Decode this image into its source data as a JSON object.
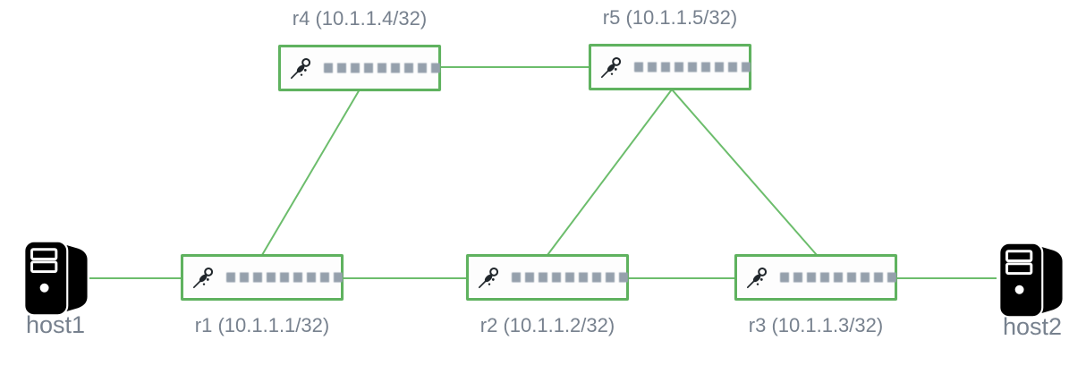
{
  "diagram": {
    "type": "network-topology",
    "routers": [
      {
        "id": "r4",
        "label": "r4 (10.1.1.4/32)"
      },
      {
        "id": "r5",
        "label": "r5 (10.1.1.5/32)"
      },
      {
        "id": "r1",
        "label": "r1 (10.1.1.1/32)"
      },
      {
        "id": "r2",
        "label": "r2 (10.1.1.2/32)"
      },
      {
        "id": "r3",
        "label": "r3 (10.1.1.3/32)"
      }
    ],
    "hosts": [
      {
        "id": "host1",
        "label": "host1"
      },
      {
        "id": "host2",
        "label": "host2"
      }
    ],
    "links": [
      {
        "from": "host1",
        "to": "r1"
      },
      {
        "from": "r1",
        "to": "r2"
      },
      {
        "from": "r2",
        "to": "r3"
      },
      {
        "from": "r3",
        "to": "host2"
      },
      {
        "from": "r4",
        "to": "r5"
      },
      {
        "from": "r1",
        "to": "r4"
      },
      {
        "from": "r2",
        "to": "r5"
      },
      {
        "from": "r3",
        "to": "r5"
      }
    ],
    "icons": {
      "router": "pin-icon",
      "host": "computer-tower-icon"
    },
    "colors": {
      "link": "#6cbd6c",
      "node_border": "#5fb25f",
      "node_background": "#fdfdfd",
      "label_text": "#77818e",
      "port_square": "#95a0ac",
      "host_icon": "#000000"
    },
    "router_port_count": 9
  }
}
